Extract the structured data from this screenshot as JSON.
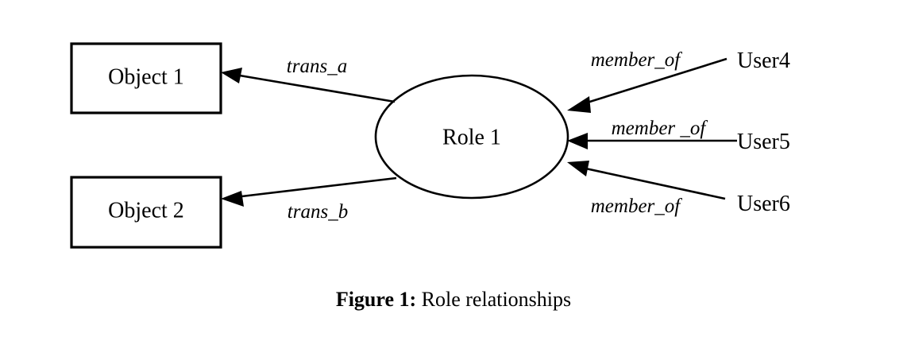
{
  "figure": {
    "caption_prefix": "Figure 1:",
    "caption_text": " Role relationships"
  },
  "nodes": {
    "objects": [
      {
        "id": "object-1",
        "label": "Object 1",
        "shape": "rectangle"
      },
      {
        "id": "object-2",
        "label": "Object 2",
        "shape": "rectangle"
      }
    ],
    "role": {
      "id": "role-1",
      "label": "Role 1",
      "shape": "ellipse"
    },
    "users": [
      {
        "id": "user-4",
        "label": "User4"
      },
      {
        "id": "user-5",
        "label": "User5"
      },
      {
        "id": "user-6",
        "label": "User6"
      }
    ]
  },
  "edges": [
    {
      "id": "edge-trans-a",
      "label": "trans_a",
      "from": "Role 1",
      "to": "Object 1",
      "direction": "to-object"
    },
    {
      "id": "edge-trans-b",
      "label": "trans_b",
      "from": "Role 1",
      "to": "Object 2",
      "direction": "to-object"
    },
    {
      "id": "edge-member-of-user4",
      "label": "member_of",
      "from": "User4",
      "to": "Role 1",
      "direction": "to-role"
    },
    {
      "id": "edge-member-of-user5",
      "label": "member _of",
      "from": "User5",
      "to": "Role 1",
      "direction": "to-role"
    },
    {
      "id": "edge-member-of-user6",
      "label": "member_of",
      "from": "User6",
      "to": "Role 1",
      "direction": "to-role"
    }
  ],
  "colors": {
    "background": "#ffffff",
    "stroke": "#000000",
    "text": "#000000"
  }
}
